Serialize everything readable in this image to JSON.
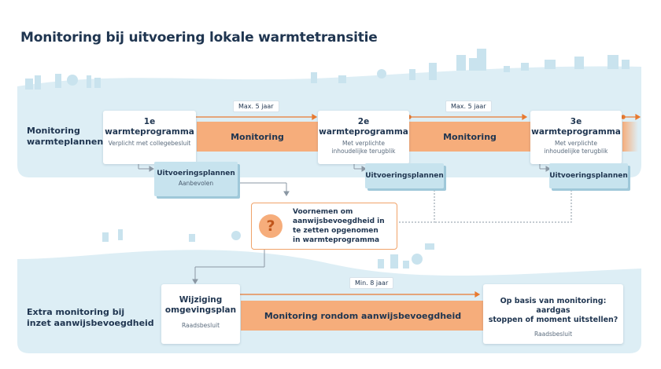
{
  "title": "Monitoring bij uitvoering lokale warmtetransitie",
  "rows": {
    "top_label": [
      "Monitoring",
      "warmteplannen"
    ],
    "bottom_label": [
      "Extra monitoring bij",
      "inzet aanwijsbevoegdheid"
    ]
  },
  "top": {
    "max1": "Max. 5 jaar",
    "max2": "Max. 5 jaar",
    "prog1": {
      "title": [
        "1e",
        "warmteprogramma"
      ],
      "sub": [
        "Verplicht met collegebesluit"
      ]
    },
    "prog2": {
      "title": [
        "2e",
        "warmteprogramma"
      ],
      "sub": [
        "Met verplichte",
        "inhoudelijke terugblik"
      ]
    },
    "prog3": {
      "title": [
        "3e",
        "warmteprogramma"
      ],
      "sub": [
        "Met verplichte",
        "inhoudelijke terugblik"
      ]
    },
    "monitoring1": "Monitoring",
    "monitoring2": "Monitoring",
    "uit1": {
      "title": "Uitvoeringsplannen",
      "sub": "Aanbevolen"
    },
    "uit2": {
      "title": "Uitvoeringsplannen"
    },
    "uit3": {
      "title": "Uitvoeringsplannen"
    }
  },
  "question": {
    "icon": "?",
    "icon_name": "question-icon",
    "text": [
      "Voornemen om",
      "aanwijsbevoegdheid in",
      "te zetten opgenomen",
      "in warmteprogramma"
    ]
  },
  "bottom": {
    "min": "Min. 8 jaar",
    "wijziging": {
      "title": [
        "Wijziging",
        "omgevingsplan"
      ],
      "sub": "Raadsbesluit"
    },
    "band": "Monitoring rondom aanwijsbevoegdheid",
    "basis": {
      "title": [
        "Op basis van monitoring: aardgas",
        "stoppen of moment uitstellen?"
      ],
      "sub": "Raadsbesluit"
    }
  },
  "colors": {
    "sky": "#ddeef5",
    "skyline": "#c9e3ee",
    "band": "#f6ad7b",
    "arrow": "#e87a30",
    "uit": "#c7e3ee",
    "text": "#1f3550"
  }
}
